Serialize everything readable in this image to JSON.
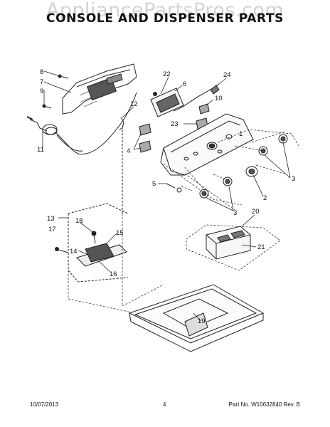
{
  "watermark": "AppliancePartsPros.com",
  "title": "CONSOLE AND DISPENSER PARTS",
  "callouts": {
    "c1": "1",
    "c2": "2",
    "c3a": "3",
    "c3b": "3",
    "c4": "4",
    "c5": "5",
    "c6": "6",
    "c7": "7",
    "c8": "8",
    "c9": "9",
    "c10": "10",
    "c11": "11",
    "c12": "12",
    "c13": "13",
    "c14": "14",
    "c15": "15",
    "c16": "16",
    "c17": "17",
    "c18": "18",
    "c19": "19",
    "c20": "20",
    "c21": "21",
    "c22": "22",
    "c23": "23",
    "c24": "24"
  },
  "footer": {
    "date": "10/07/2013",
    "page": "4",
    "part": "Part No. W10632840  Rev. B"
  }
}
